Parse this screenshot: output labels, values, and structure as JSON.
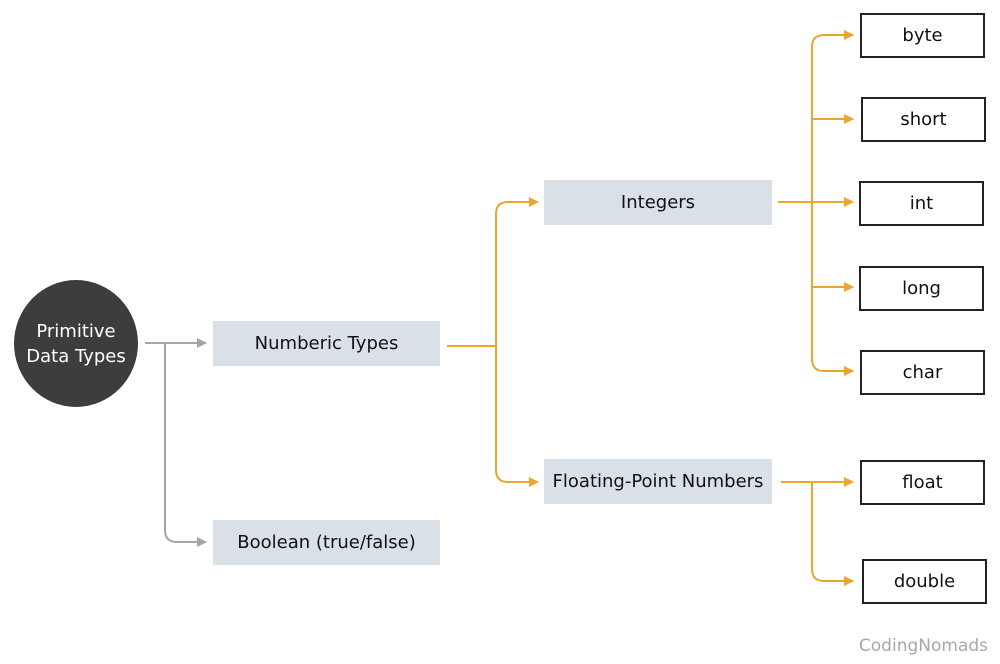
{
  "root": {
    "line1": "Primitive",
    "line2": "Data Types"
  },
  "categories": {
    "numeric": "Numberic Types",
    "boolean": "Boolean (true/false)",
    "integers": "Integers",
    "floating": "Floating-Point Numbers"
  },
  "integer_types": [
    "byte",
    "short",
    "int",
    "long",
    "char"
  ],
  "floating_types": [
    "float",
    "double"
  ],
  "brand": "CodingNomads",
  "colors": {
    "root_fill": "#3d3d3d",
    "category_fill": "#d9e0e8",
    "gray_connector": "#a6a6a6",
    "orange_connector": "#eaa630"
  }
}
